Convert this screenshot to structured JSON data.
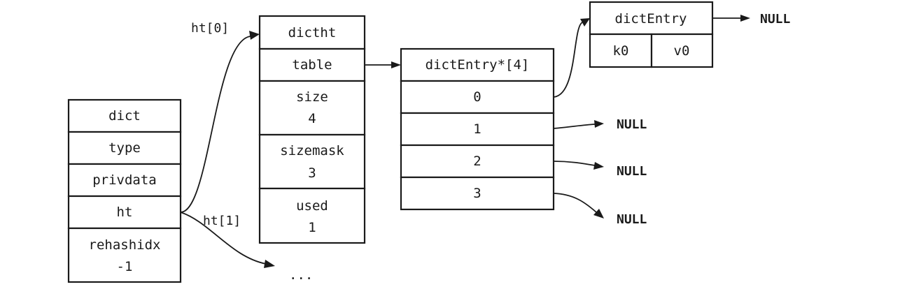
{
  "dict": {
    "title": "dict",
    "fields": [
      "type",
      "privdata",
      "ht"
    ],
    "rehashidx_label": "rehashidx",
    "rehashidx_value": "-1"
  },
  "dictht": {
    "title": "dictht",
    "table": "table",
    "size_label": "size",
    "size_value": "4",
    "sizemask_label": "sizemask",
    "sizemask_value": "3",
    "used_label": "used",
    "used_value": "1"
  },
  "table_array": {
    "title": "dictEntry*[4]",
    "slots": [
      "0",
      "1",
      "2",
      "3"
    ]
  },
  "entry": {
    "title": "dictEntry",
    "key": "k0",
    "value": "v0"
  },
  "labels": {
    "ht0": "ht[0]",
    "ht1": "ht[1]",
    "ellipsis": "...",
    "null": "NULL"
  }
}
